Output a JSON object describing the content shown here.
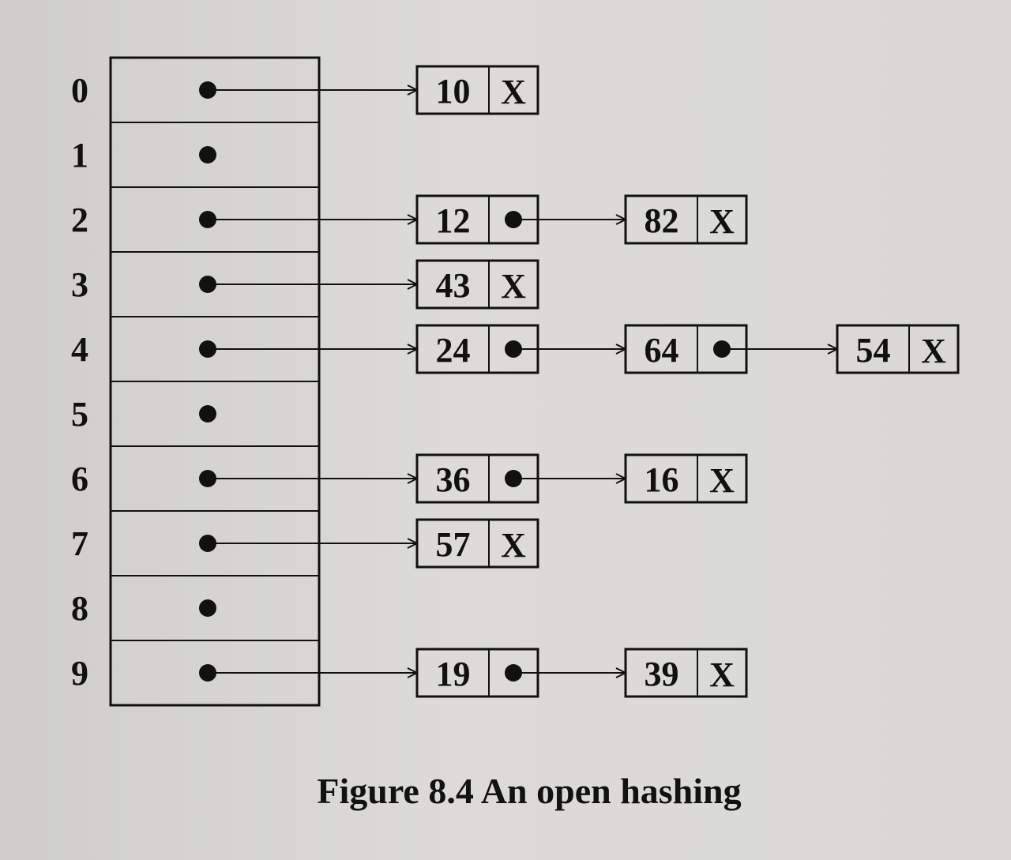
{
  "figure": {
    "caption": "Figure 8.4 An open hashing"
  },
  "table": {
    "indices": [
      "0",
      "1",
      "2",
      "3",
      "4",
      "5",
      "6",
      "7",
      "8",
      "9"
    ]
  },
  "chains": [
    {
      "index": 0,
      "nodes": [
        "10"
      ]
    },
    {
      "index": 1,
      "nodes": []
    },
    {
      "index": 2,
      "nodes": [
        "12",
        "82"
      ]
    },
    {
      "index": 3,
      "nodes": [
        "43"
      ]
    },
    {
      "index": 4,
      "nodes": [
        "24",
        "64",
        "54"
      ]
    },
    {
      "index": 5,
      "nodes": []
    },
    {
      "index": 6,
      "nodes": [
        "36",
        "16"
      ]
    },
    {
      "index": 7,
      "nodes": [
        "57"
      ]
    },
    {
      "index": 8,
      "nodes": []
    },
    {
      "index": 9,
      "nodes": [
        "19",
        "39"
      ]
    }
  ],
  "null_marker": "X"
}
